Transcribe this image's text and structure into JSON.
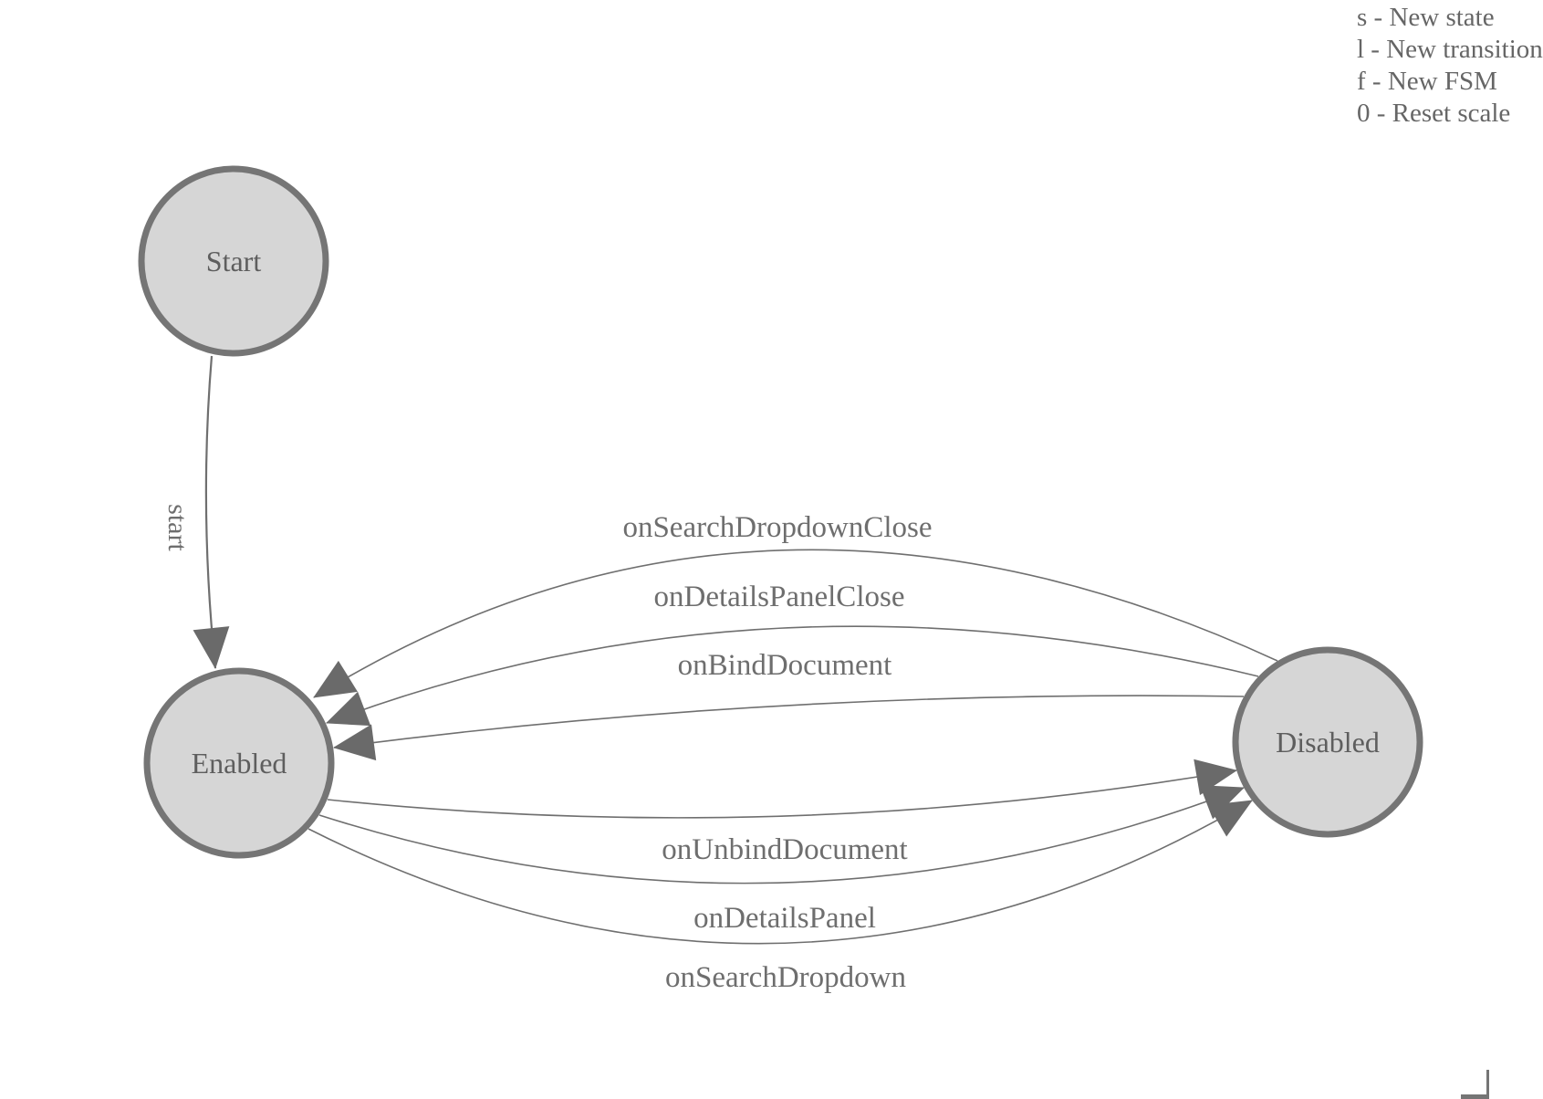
{
  "legend": {
    "shortcuts": [
      "s - New state",
      "l - New transition",
      "f - New FSM",
      "0 - Reset scale"
    ]
  },
  "states": [
    {
      "label": "Start"
    },
    {
      "label": "Enabled"
    },
    {
      "label": "Disabled"
    }
  ],
  "transitions": [
    {
      "label": "start",
      "from": "Start",
      "to": "Enabled"
    },
    {
      "label": "onSearchDropdownClose",
      "from": "Disabled",
      "to": "Enabled"
    },
    {
      "label": "onDetailsPanelClose",
      "from": "Disabled",
      "to": "Enabled"
    },
    {
      "label": "onBindDocument",
      "from": "Disabled",
      "to": "Enabled"
    },
    {
      "label": "onUnbindDocument",
      "from": "Enabled",
      "to": "Disabled"
    },
    {
      "label": "onDetailsPanel",
      "from": "Enabled",
      "to": "Disabled"
    },
    {
      "label": "onSearchDropdown",
      "from": "Enabled",
      "to": "Disabled"
    }
  ],
  "colors": {
    "state_fill": "#d6d6d6",
    "state_stroke": "#757575",
    "edge_stroke": "#6f6f6f",
    "arrowhead": "#6a6a6a",
    "state_text": "#5e5e5e",
    "edge_text": "#6e6e6e",
    "legend_text": "#666666",
    "background": "#ffffff"
  }
}
